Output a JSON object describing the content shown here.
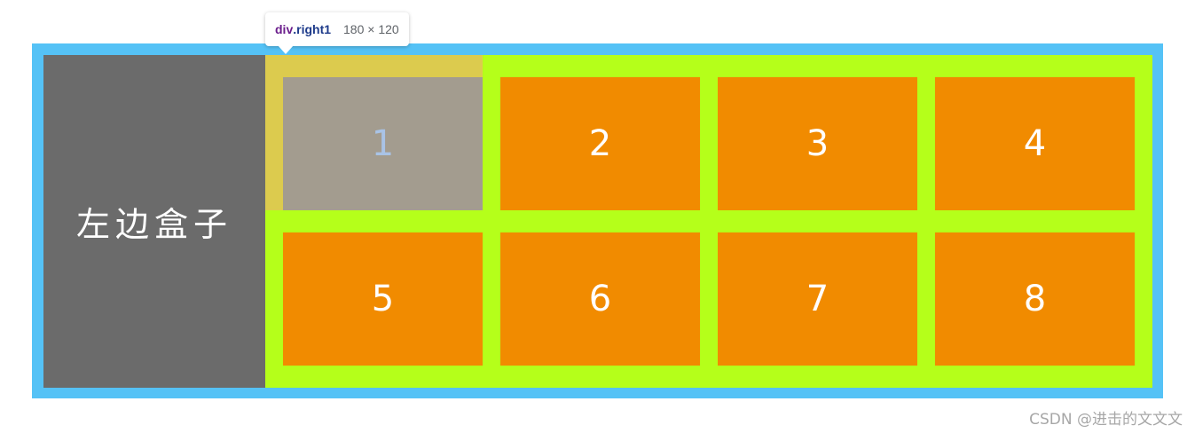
{
  "tooltip": {
    "tag": "div",
    "class_name": ".right1",
    "dimensions": "180 × 120"
  },
  "left_box": {
    "label": "左边盒子"
  },
  "grid": {
    "cells": [
      {
        "label": "1",
        "selected": true
      },
      {
        "label": "2",
        "selected": false
      },
      {
        "label": "3",
        "selected": false
      },
      {
        "label": "4",
        "selected": false
      },
      {
        "label": "5",
        "selected": false
      },
      {
        "label": "6",
        "selected": false
      },
      {
        "label": "7",
        "selected": false
      },
      {
        "label": "8",
        "selected": false
      }
    ]
  },
  "watermark": {
    "text": "CSDN @进击的文文文"
  },
  "colors": {
    "outer_frame": "#55c2f6",
    "left_box": "#6b6b6b",
    "right_area": "#b5ff1a",
    "cell": "#f18b00",
    "selected_cell": "#a39c8f",
    "selection_margin": "#dccb4e"
  }
}
